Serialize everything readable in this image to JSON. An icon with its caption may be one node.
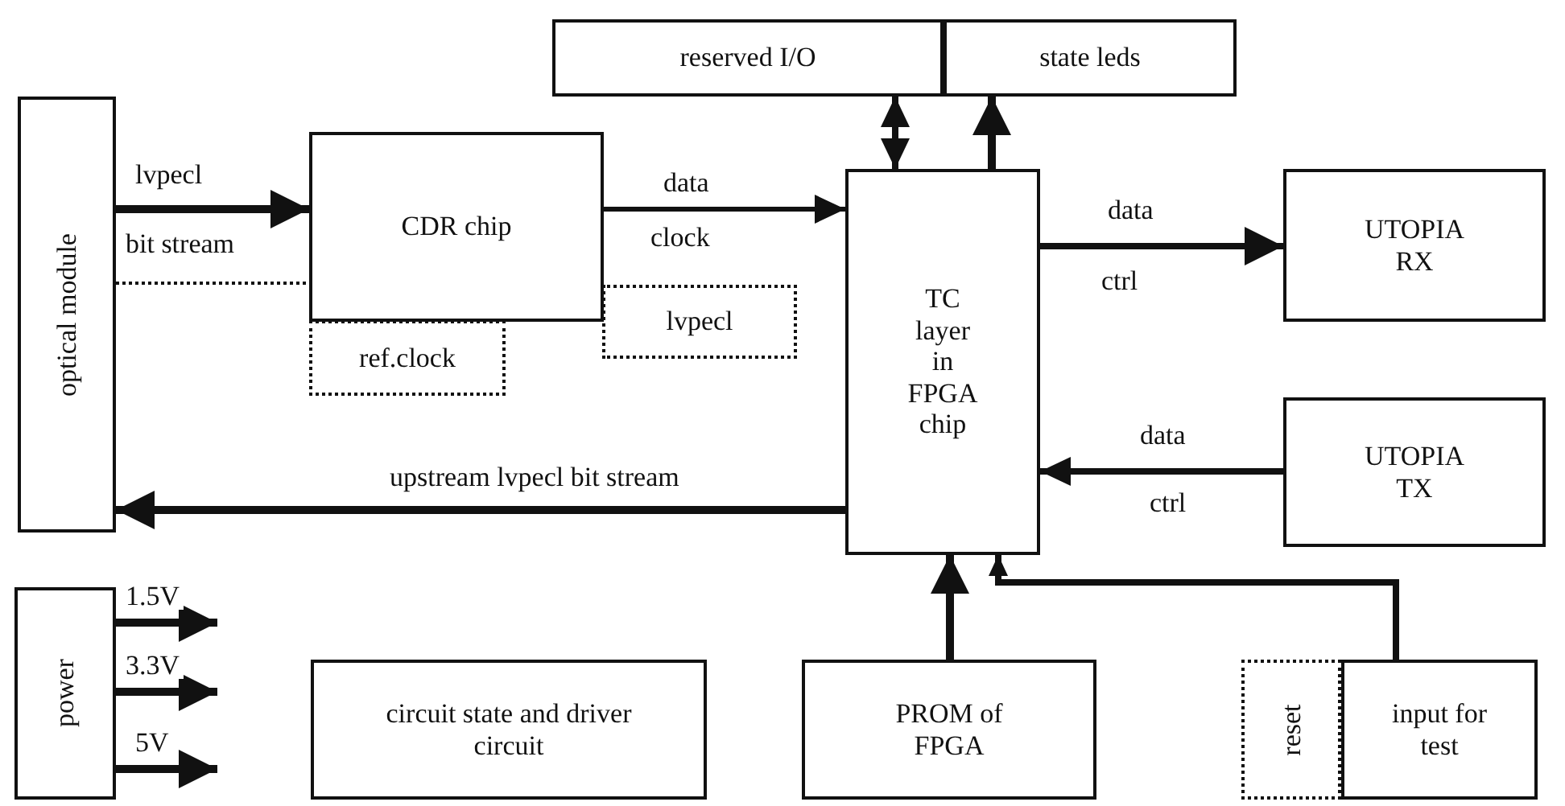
{
  "diagram": {
    "nodes": [
      {
        "text": [
          "optical module"
        ]
      },
      {
        "text": [
          "CDR chip"
        ]
      },
      {
        "text": [
          "ref.clock"
        ]
      },
      {
        "text": [
          "lvpecl"
        ]
      },
      {
        "text": [
          "reserved I/O"
        ]
      },
      {
        "text": [
          "state leds"
        ]
      },
      {
        "text": [
          "TC layer in FPGA chip"
        ]
      },
      {
        "text": [
          "UTOPIA RX"
        ]
      },
      {
        "text": [
          "UTOPIA TX"
        ]
      },
      {
        "text": [
          "power"
        ]
      },
      {
        "text": [
          "circuit state and driver circuit"
        ]
      },
      {
        "text": [
          "PROM of FPGA"
        ]
      },
      {
        "text": [
          "reset"
        ]
      },
      {
        "text": [
          "input for test"
        ]
      }
    ],
    "edges": [
      {
        "from": 0,
        "to": 1,
        "arrow": "to",
        "label": "lvpecl"
      },
      {
        "from": 0,
        "to": 1,
        "arrow": "none",
        "style": "dashed"
      },
      {
        "from": 1,
        "to": 6,
        "arrow": "to",
        "label": "data"
      },
      {
        "from": 6,
        "to": 7,
        "arrow": "to",
        "label": "data"
      },
      {
        "from": 8,
        "to": 6,
        "arrow": "to",
        "label": "data"
      },
      {
        "from": 6,
        "to": 0,
        "arrow": "to",
        "label": "upstream lvpecl bit stream"
      },
      {
        "from": 6,
        "to": 4,
        "arrow": "both"
      },
      {
        "from": 6,
        "to": 5,
        "arrow": "to"
      },
      {
        "from": 11,
        "to": 6,
        "arrow": "to"
      },
      {
        "from": 13,
        "to": 6,
        "arrow": "to"
      },
      {
        "from": 9,
        "to": null,
        "arrow": "to",
        "label": "1.5V"
      },
      {
        "from": 9,
        "to": null,
        "arrow": "to",
        "label": "3.3V"
      },
      {
        "from": 9,
        "to": null,
        "arrow": "to",
        "label": "5V"
      }
    ],
    "labels": [
      "bit stream",
      "clock",
      "ctrl",
      "ctrl"
    ]
  }
}
